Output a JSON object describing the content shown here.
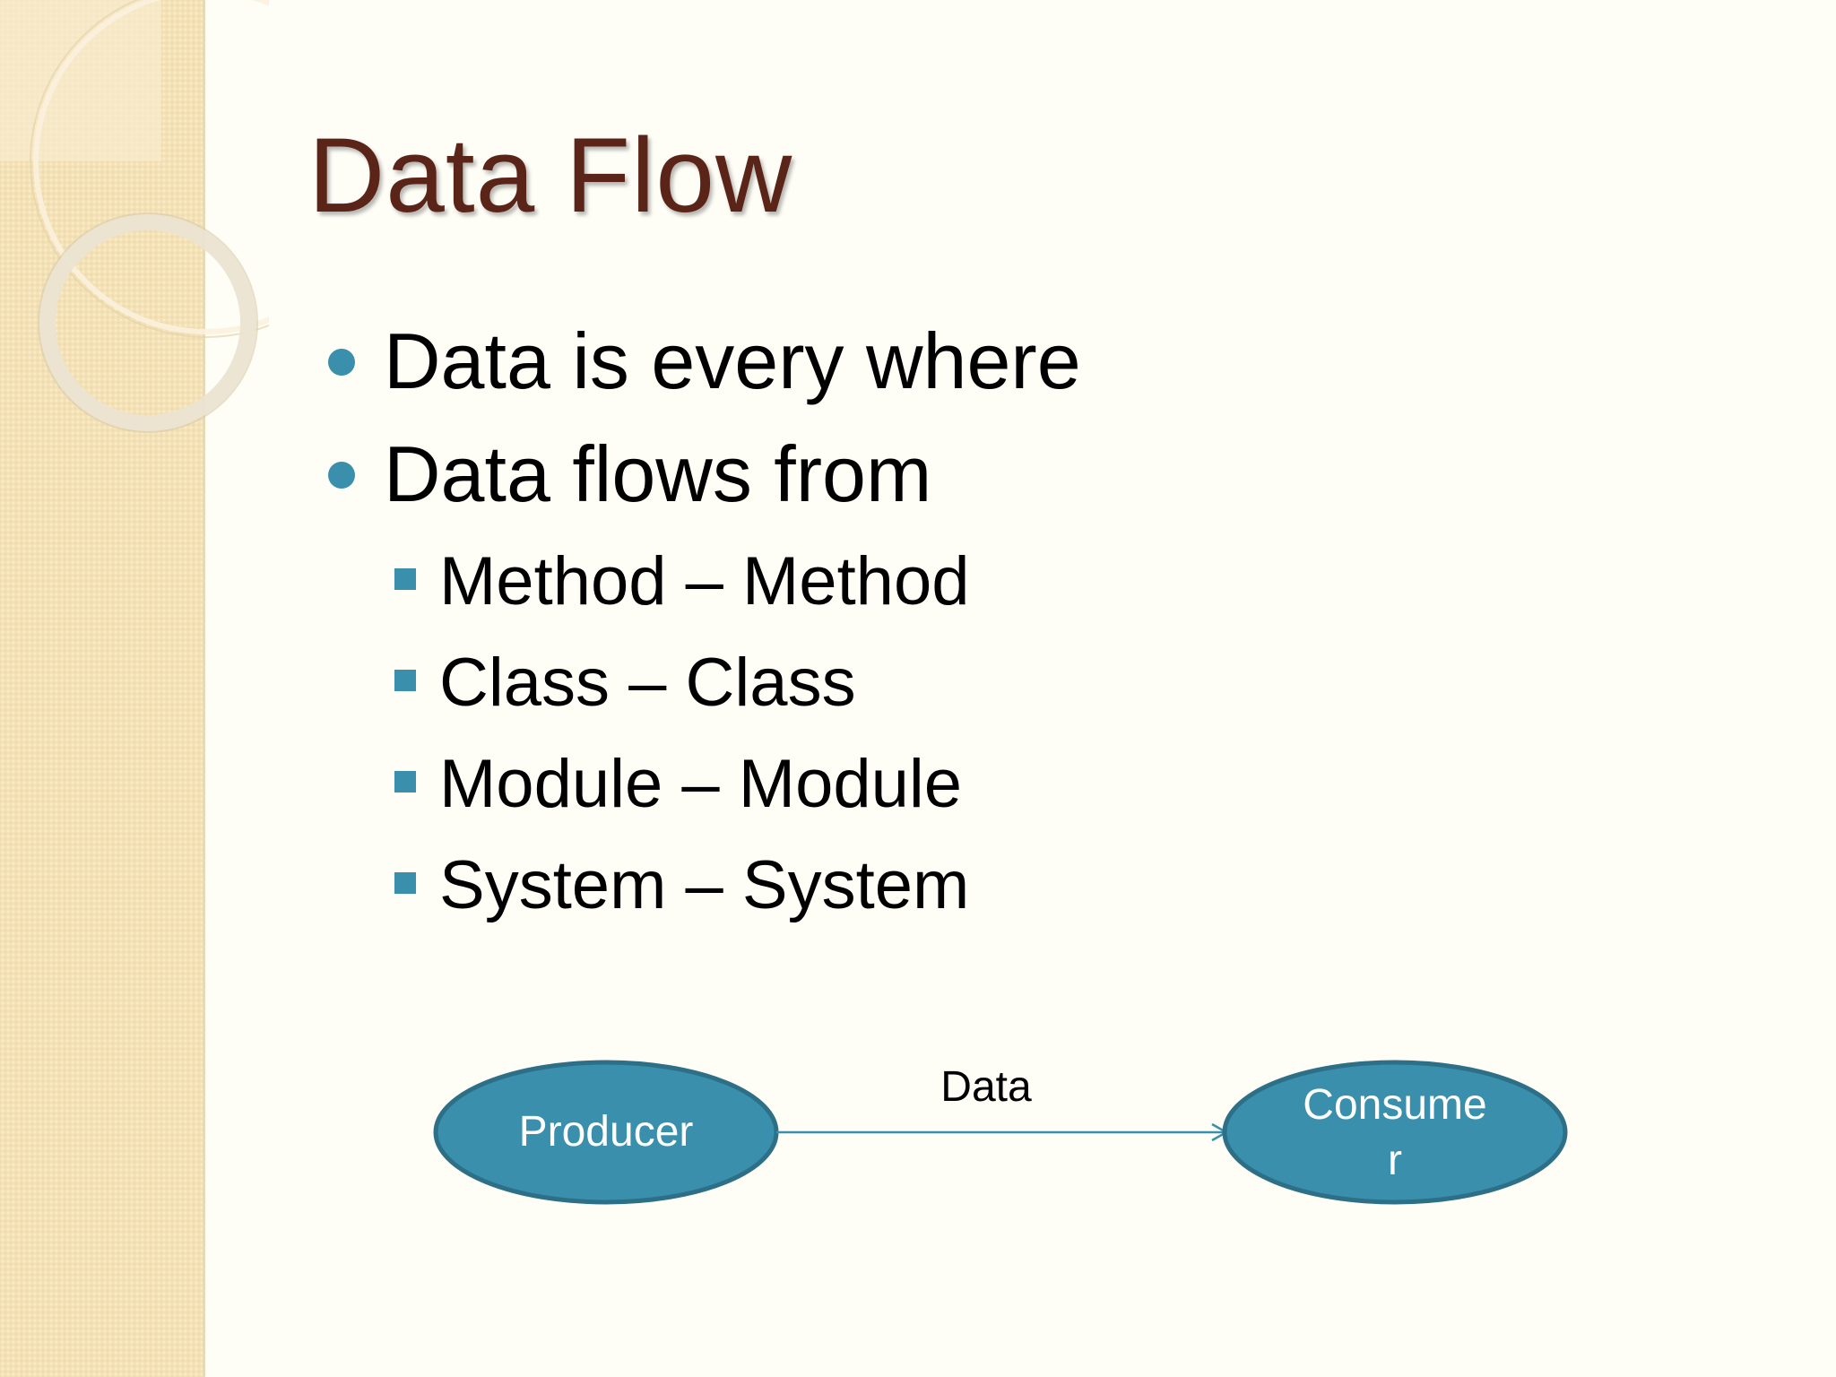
{
  "slide": {
    "title": "Data Flow",
    "bullets": [
      {
        "text": "Data is every where"
      },
      {
        "text": "Data flows from",
        "sub_items": [
          "Method – Method",
          "Class – Class",
          "Module – Module",
          "System – System"
        ]
      }
    ]
  },
  "diagram": {
    "producer_label": "Producer",
    "consumer_label_line1": "Consume",
    "consumer_label_line2": "r",
    "edge_label": "Data"
  },
  "colors": {
    "title": "#5a2518",
    "accent": "#3a8fac",
    "node_fill": "#3a8fac",
    "node_stroke": "#2d6f86",
    "sidebar": "#f4e2b6"
  }
}
